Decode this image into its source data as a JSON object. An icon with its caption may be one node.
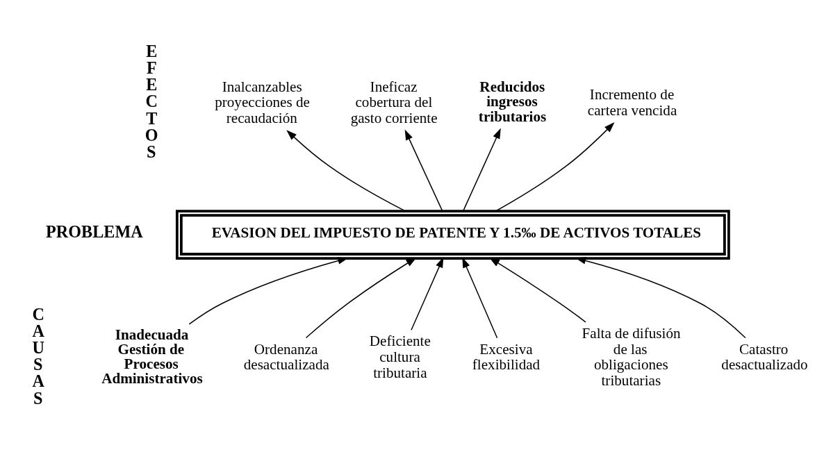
{
  "diagram": {
    "nodes": [
      {
        "text": [
          "EVASION DEL IMPUESTO DE PATENTE Y 1.5‰ DE ACTIVOS TOTALES"
        ]
      },
      {
        "text": [
          "Inalcanzables proyecciones de recaudación"
        ]
      },
      {
        "text": [
          "Ineficaz cobertura del gasto corriente"
        ]
      },
      {
        "text": [
          "Reducidos ingresos tributarios"
        ]
      },
      {
        "text": [
          "Incremento de cartera vencida"
        ]
      },
      {
        "text": [
          "Inadecuada Gestión de Procesos Administrativos"
        ]
      },
      {
        "text": [
          "Ordenanza desactualizada"
        ]
      },
      {
        "text": [
          "Deficiente cultura tributaria"
        ]
      },
      {
        "text": [
          "Excesiva flexibilidad"
        ]
      },
      {
        "text": [
          "Falta de difusión de las obligaciones tributarias"
        ]
      },
      {
        "text": [
          "Catastro desactualizado"
        ]
      }
    ],
    "edges": [
      {
        "from": 0,
        "to": 1,
        "arrow": "to"
      },
      {
        "from": 0,
        "to": 2,
        "arrow": "to"
      },
      {
        "from": 0,
        "to": 3,
        "arrow": "to"
      },
      {
        "from": 0,
        "to": 4,
        "arrow": "to"
      },
      {
        "from": 5,
        "to": 0,
        "arrow": "to"
      },
      {
        "from": 6,
        "to": 0,
        "arrow": "to"
      },
      {
        "from": 7,
        "to": 0,
        "arrow": "to"
      },
      {
        "from": 8,
        "to": 0,
        "arrow": "to"
      },
      {
        "from": 9,
        "to": 0,
        "arrow": "to"
      },
      {
        "from": 10,
        "to": 0,
        "arrow": "to"
      }
    ],
    "labels": [
      "EFECTOS",
      "PROBLEMA",
      "CAUSAS"
    ]
  }
}
